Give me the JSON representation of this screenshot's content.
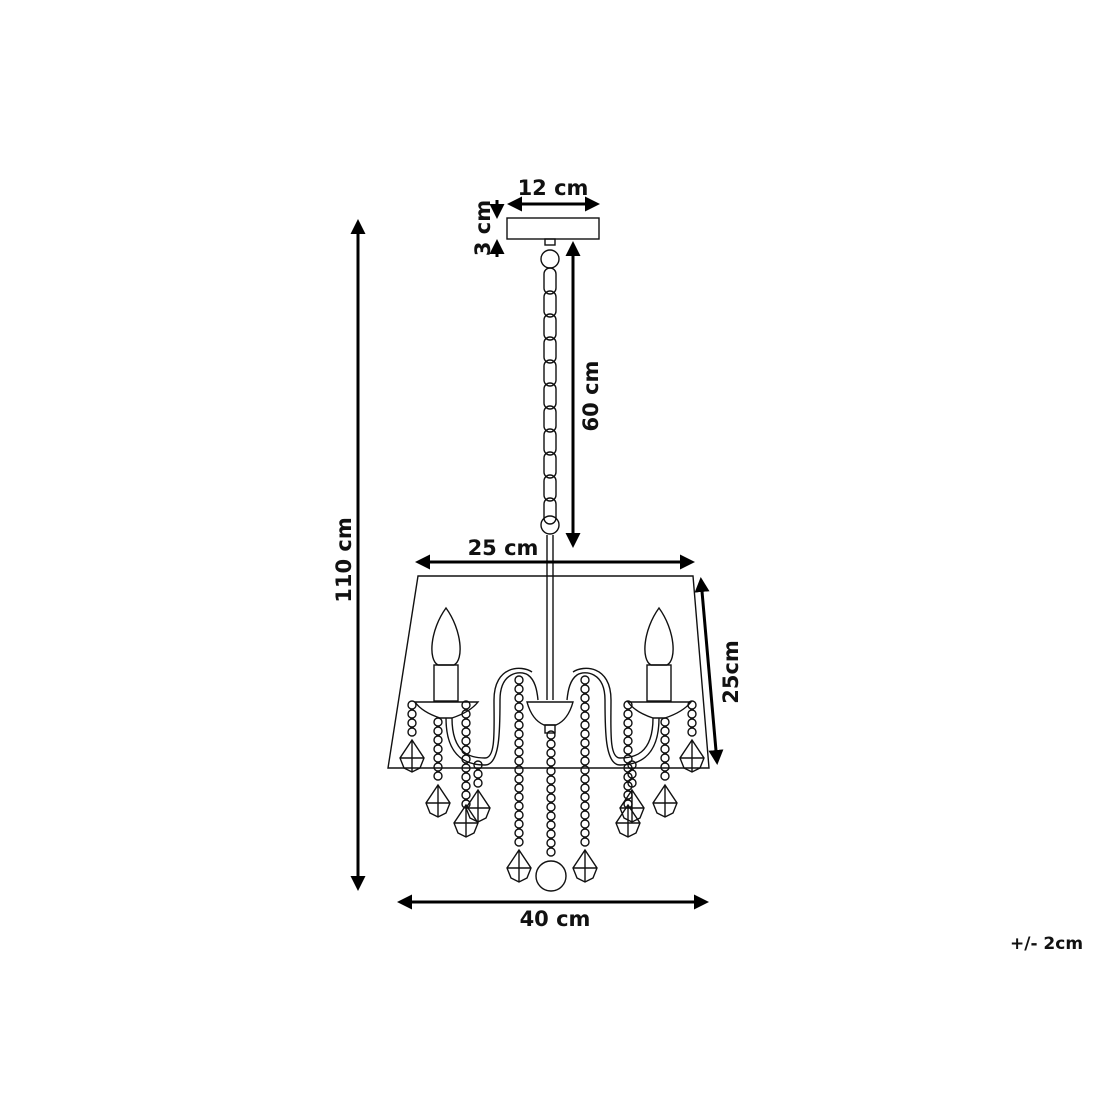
{
  "diagram": {
    "subject": "chandelier",
    "dimensions": {
      "total_height": "110 cm",
      "canopy_width": "12 cm",
      "canopy_height": "3 cm",
      "chain_length": "60 cm",
      "shade_top_width": "25 cm",
      "shade_height": "25cm",
      "shade_bottom_width": "40 cm"
    },
    "tolerance": "+/- 2cm",
    "line_color": "#111111",
    "background": "#ffffff"
  }
}
